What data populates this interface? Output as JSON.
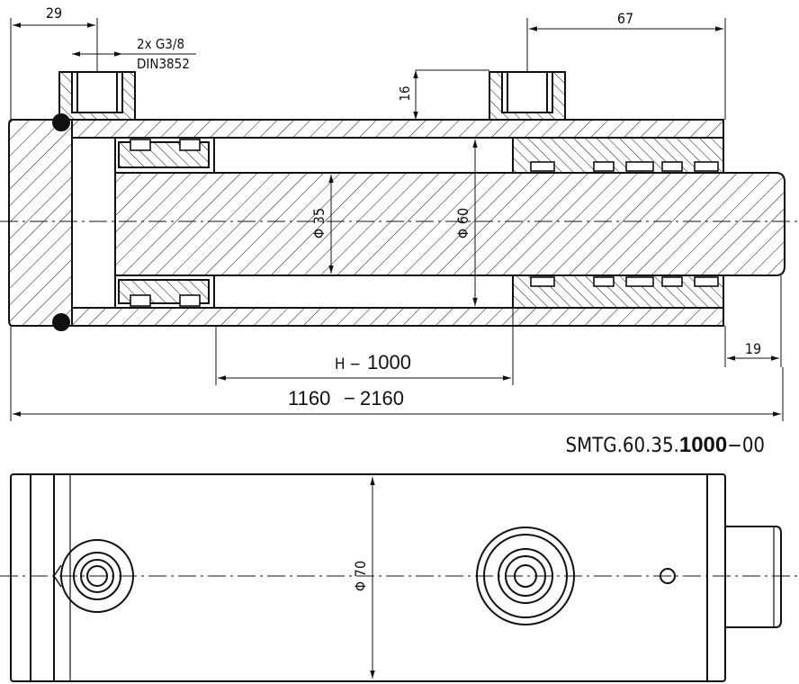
{
  "dims": {
    "d29": "29",
    "port_spec_line1": "2x G3/8",
    "port_spec_line2": "DIN3852",
    "d67": "67",
    "d16": "16",
    "d19": "19",
    "dia35": "Φ 35",
    "dia60": "Φ 60",
    "dia70": "Φ 70",
    "h_prefix": "H −",
    "h_value": "1000",
    "len_min": "1160",
    "len_sep": "−",
    "len_max": "2160"
  },
  "model": {
    "prefix": "SMTG.60.35.",
    "stroke": "1000",
    "suffix": "−00"
  },
  "colors": {
    "line": "#111111",
    "background": "#ffffff"
  }
}
